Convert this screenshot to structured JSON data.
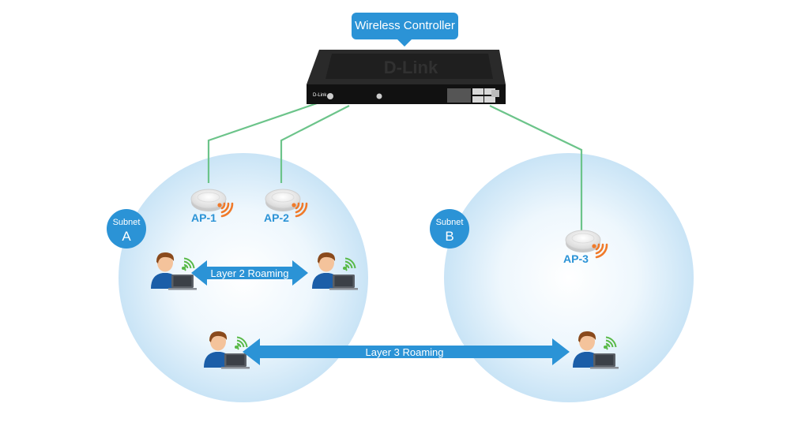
{
  "controller": {
    "label": "Wireless Controller",
    "brand": "D-Link"
  },
  "subnets": [
    {
      "word": "Subnet",
      "letter": "A"
    },
    {
      "word": "Subnet",
      "letter": "B"
    }
  ],
  "access_points": [
    {
      "label": "AP-1"
    },
    {
      "label": "AP-2"
    },
    {
      "label": "AP-3"
    }
  ],
  "roaming": {
    "layer2": "Layer 2 Roaming",
    "layer3": "Layer 3 Roaming"
  },
  "colors": {
    "accent": "#2b93d6",
    "link": "#6cc48a",
    "signal": "#f07a2a",
    "bubble": "#cfe8f8"
  }
}
